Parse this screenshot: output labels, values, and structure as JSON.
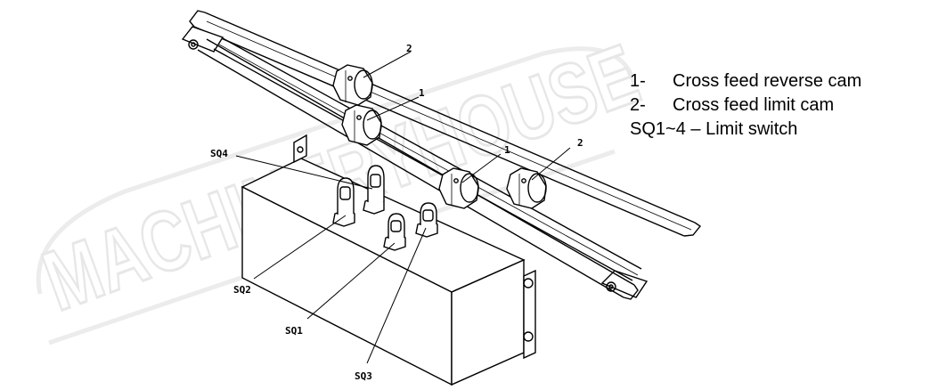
{
  "watermark": "MACHINERYHOUSE",
  "callouts": {
    "cam_reverse_left": "1",
    "cam_limit_left": "2",
    "cam_reverse_right": "1",
    "cam_limit_right": "2",
    "sq1": "SQ1",
    "sq2": "SQ2",
    "sq3": "SQ3",
    "sq4": "SQ4"
  },
  "legend": [
    {
      "num": "1-",
      "text": "Cross feed reverse cam"
    },
    {
      "num": "2-",
      "text": "Cross feed limit cam"
    },
    {
      "num": "SQ1~4 –",
      "text": "Limit switch"
    }
  ]
}
